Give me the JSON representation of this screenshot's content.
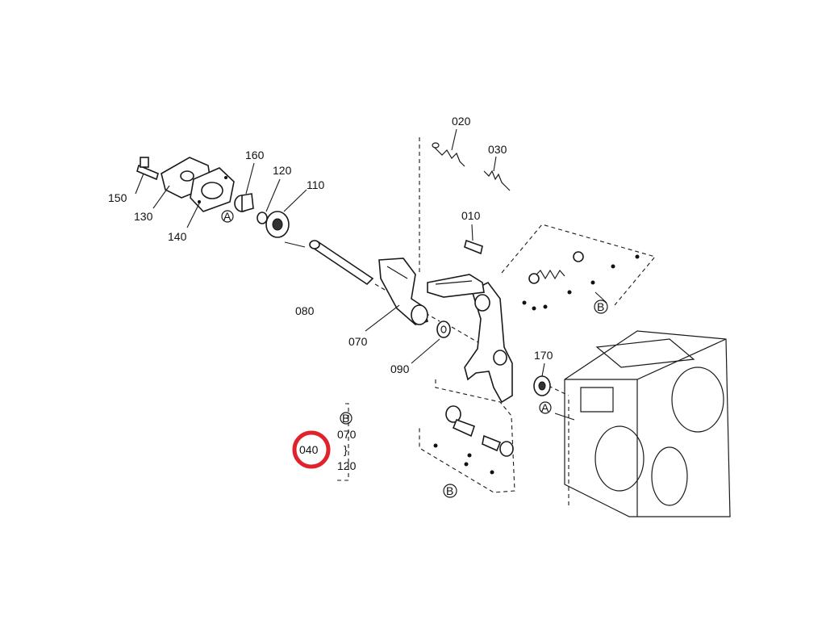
{
  "diagram": {
    "part_labels": {
      "p010": "010",
      "p020": "020",
      "p030": "030",
      "p070": "070",
      "p080": "080",
      "p090": "090",
      "p110": "110",
      "p120": "120",
      "p130": "130",
      "p140": "140",
      "p150": "150",
      "p160": "160",
      "p170": "170"
    },
    "ref_markers": {
      "a_left": "A",
      "a_right": "A",
      "b_right": "B",
      "b_bottom": "B"
    },
    "legend": {
      "marker": "B",
      "range_start": "070",
      "range_end": "120",
      "range_separator": "}",
      "highlighted_part": "040"
    },
    "highlight_color": "#e0232b"
  }
}
